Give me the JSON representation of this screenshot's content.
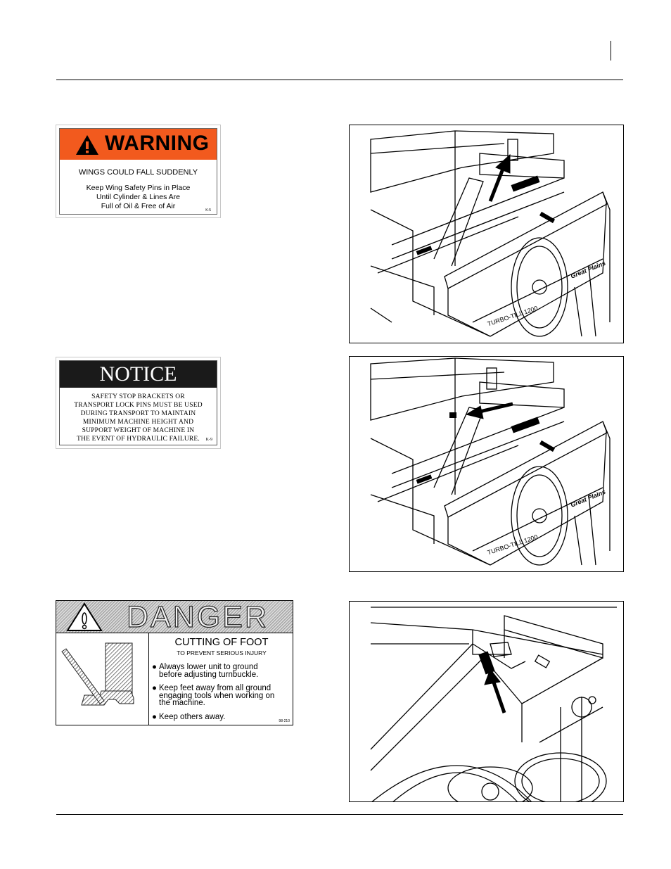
{
  "warning_decal": {
    "title": "WARNING",
    "heading": "WINGS COULD FALL SUDDENLY",
    "lines": [
      "Keep Wing Safety Pins in Place",
      "Until Cylinder & Lines Are",
      "Full of Oil & Free of Air"
    ],
    "code": "K-5",
    "band_color": "#f25a1e"
  },
  "notice_decal": {
    "title": "NOTICE",
    "lines": [
      "SAFETY STOP BRACKETS OR",
      "TRANSPORT LOCK PINS MUST BE USED",
      "DURING TRANSPORT TO MAINTAIN",
      "MINIMUM MACHINE HEIGHT AND",
      "SUPPORT WEIGHT OF MACHINE IN",
      "THE EVENT OF HYDRAULIC FAILURE."
    ],
    "code": "K-9"
  },
  "danger_decal": {
    "title": "DANGER",
    "heading": "CUTTING OF FOOT",
    "subheading": "TO PREVENT SERIOUS INJURY",
    "bullets": [
      [
        "Always lower unit to ground",
        "before adjusting turnbuckle."
      ],
      [
        "Keep feet away  from all ground",
        "engaging tools when working on",
        "the machine."
      ],
      [
        "Keep others away."
      ]
    ],
    "code": "98-210"
  },
  "figures": {
    "frame_label": "TURBO-TILL 1200",
    "brand_label": "Great Plains"
  }
}
